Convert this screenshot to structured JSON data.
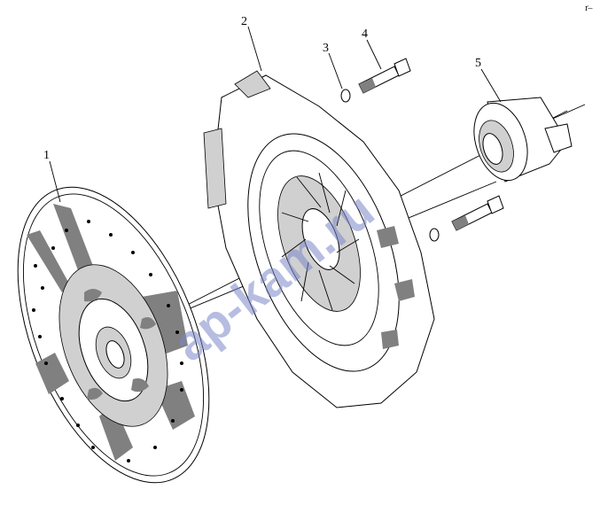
{
  "diagram": {
    "callouts": [
      {
        "id": "callout-1",
        "text": "1"
      },
      {
        "id": "callout-2",
        "text": "2"
      },
      {
        "id": "callout-3",
        "text": "3"
      },
      {
        "id": "callout-4",
        "text": "4"
      },
      {
        "id": "callout-5",
        "text": "5"
      }
    ],
    "watermark": "ap-kam.ru",
    "corner_mark": "ґ–"
  }
}
